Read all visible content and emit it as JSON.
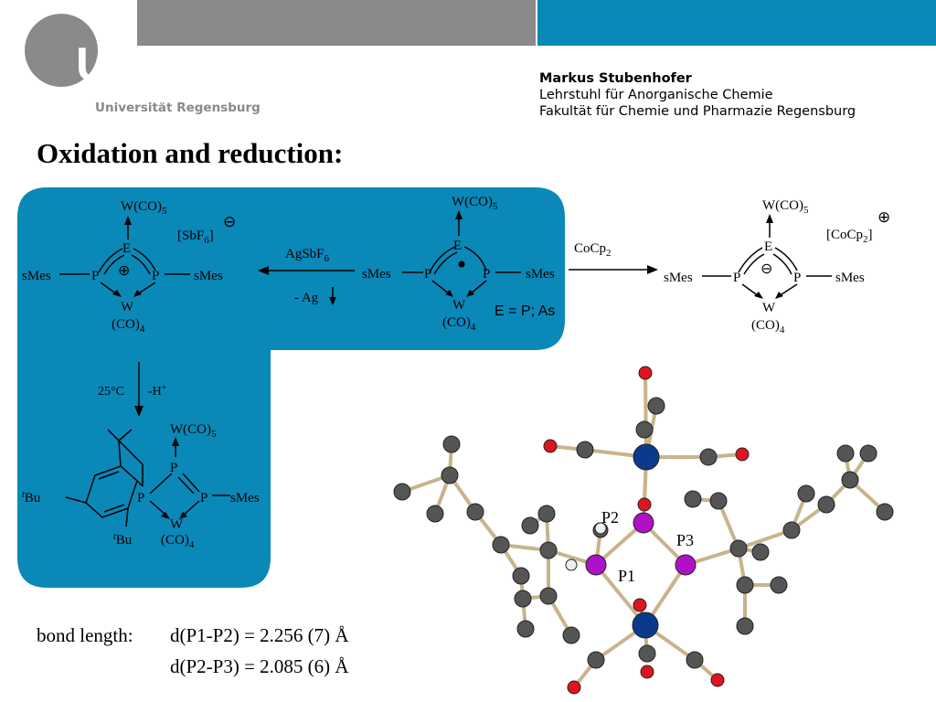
{
  "header": {
    "logo_letters": "UR",
    "institution": "Universität Regensburg",
    "author_name": "Markus Stubenhofer",
    "author_chair": "Lehrstuhl für Anorganische Chemie",
    "author_faculty": "Fakultät für Chemie und Pharmazie Regensburg",
    "colors": {
      "gray_bar": "#8a8a8a",
      "blue_bar": "#0a88b8",
      "panel_blue": "#0a88b8"
    }
  },
  "slide": {
    "title": "Oxidation and reduction:"
  },
  "scheme": {
    "center": {
      "top_ligand": "W(CO)",
      "top_sub": "5",
      "E": "E",
      "P_left": "P",
      "P_right": "P",
      "sMes_left": "sMes",
      "sMes_right": "sMes",
      "W": "W",
      "co4": "(CO)",
      "co4_sub": "4",
      "note": "E = P; As"
    },
    "left": {
      "top_ligand": "W(CO)",
      "top_sub": "5",
      "E": "E",
      "P_left": "P",
      "P_right": "P",
      "sMes_left": "sMes",
      "sMes_right": "sMes",
      "W": "W",
      "co4": "(CO)",
      "co4_sub": "4",
      "anion": "[SbF",
      "anion_sub": "6",
      "anion_close": "]",
      "anion_charge": "⊖",
      "ring_charge": "⊕"
    },
    "right": {
      "top_ligand": "W(CO)",
      "top_sub": "5",
      "E": "E",
      "P_left": "P",
      "P_right": "P",
      "sMes_left": "sMes",
      "sMes_right": "sMes",
      "W": "W",
      "co4": "(CO)",
      "co4_sub": "4",
      "cation": "[CoCp",
      "cation_sub": "2",
      "cation_close": "]",
      "cation_charge": "⊕",
      "ring_charge": "⊖"
    },
    "arrow_oxidation": {
      "reagent": "AgSbF",
      "reagent_sub": "6",
      "byproduct": "- Ag"
    },
    "arrow_reduction": {
      "reagent": "CoCp",
      "reagent_sub": "2"
    },
    "arrow_down": {
      "condition": "25°C",
      "loss": "-H",
      "loss_sup": "+"
    },
    "bottom": {
      "top_ligand": "W(CO)",
      "top_sub": "5",
      "P_top": "P",
      "P_left": "P",
      "P_right": "P",
      "sMes": "sMes",
      "W": "W",
      "co4": "(CO)",
      "co4_sub": "4",
      "tBu_left_sup": "t",
      "tBu_left": "Bu",
      "tBu_bottom_sup": "t",
      "tBu_bottom": "Bu"
    }
  },
  "structure": {
    "labels": [
      "P2",
      "P3",
      "P1"
    ]
  },
  "bond_lengths": {
    "label": "bond length:",
    "p1p2": "d(P1-P2) = 2.256 (7) Å",
    "p2p3": "d(P2-P3) = 2.085 (6) Å"
  }
}
